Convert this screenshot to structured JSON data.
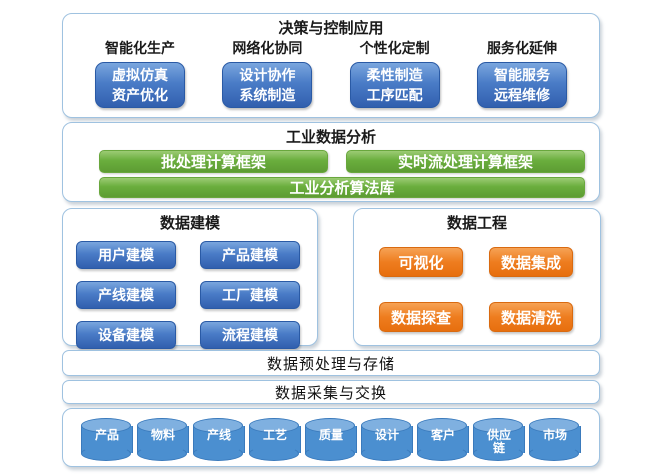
{
  "decision": {
    "title": "决策与控制应用",
    "columns": [
      {
        "header": "智能化生产",
        "button": "虚拟仿真\n资产优化"
      },
      {
        "header": "网络化协同",
        "button": "设计协作\n系统制造"
      },
      {
        "header": "个性化定制",
        "button": "柔性制造\n工序匹配"
      },
      {
        "header": "服务化延伸",
        "button": "智能服务\n远程维修"
      }
    ]
  },
  "analysis": {
    "title": "工业数据分析",
    "bars": [
      "批处理计算框架",
      "实时流处理计算框架",
      "工业分析算法库"
    ]
  },
  "modeling": {
    "title": "数据建模",
    "buttons": [
      "用户建模",
      "产品建模",
      "产线建模",
      "工厂建模",
      "设备建模",
      "流程建模"
    ]
  },
  "engineering": {
    "title": "数据工程",
    "buttons": [
      "可视化",
      "数据集成",
      "数据探查",
      "数据清洗"
    ]
  },
  "storage": {
    "label": "数据预处理与存储"
  },
  "collection": {
    "label": "数据采集与交换"
  },
  "sources": {
    "items": [
      "产品",
      "物料",
      "产线",
      "工艺",
      "质量",
      "设计",
      "客户",
      "供应链",
      "市场"
    ]
  },
  "colors": {
    "button_blue": "#3b70bf",
    "bar_green": "#64a43b",
    "button_orange": "#ec7418",
    "cylinder_blue": "#4b8fd0",
    "panel_border": "#9fc2e0"
  }
}
